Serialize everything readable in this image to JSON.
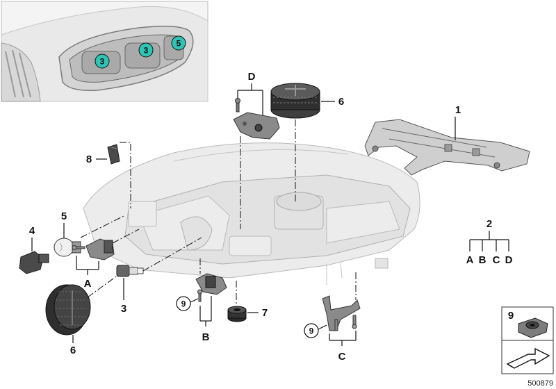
{
  "callouts": {
    "c1": "1",
    "c2": "2",
    "c3": "3",
    "c4": "4",
    "c5": "5",
    "c6_top": "6",
    "c6_bottom": "6",
    "c7": "7",
    "c8": "8",
    "c9_left": "9",
    "c9_right": "9",
    "c9_box": "9",
    "cA": "A",
    "cB": "B",
    "cC": "C",
    "cD": "D",
    "kit_A": "A",
    "kit_B": "B",
    "kit_C": "C",
    "kit_D": "D"
  },
  "inset": {
    "badge_left": "3",
    "badge_middle": "3",
    "badge_right": "5"
  },
  "document_number": "500879",
  "colors": {
    "badge_teal": "#2ec4b6",
    "line": "#111111"
  }
}
